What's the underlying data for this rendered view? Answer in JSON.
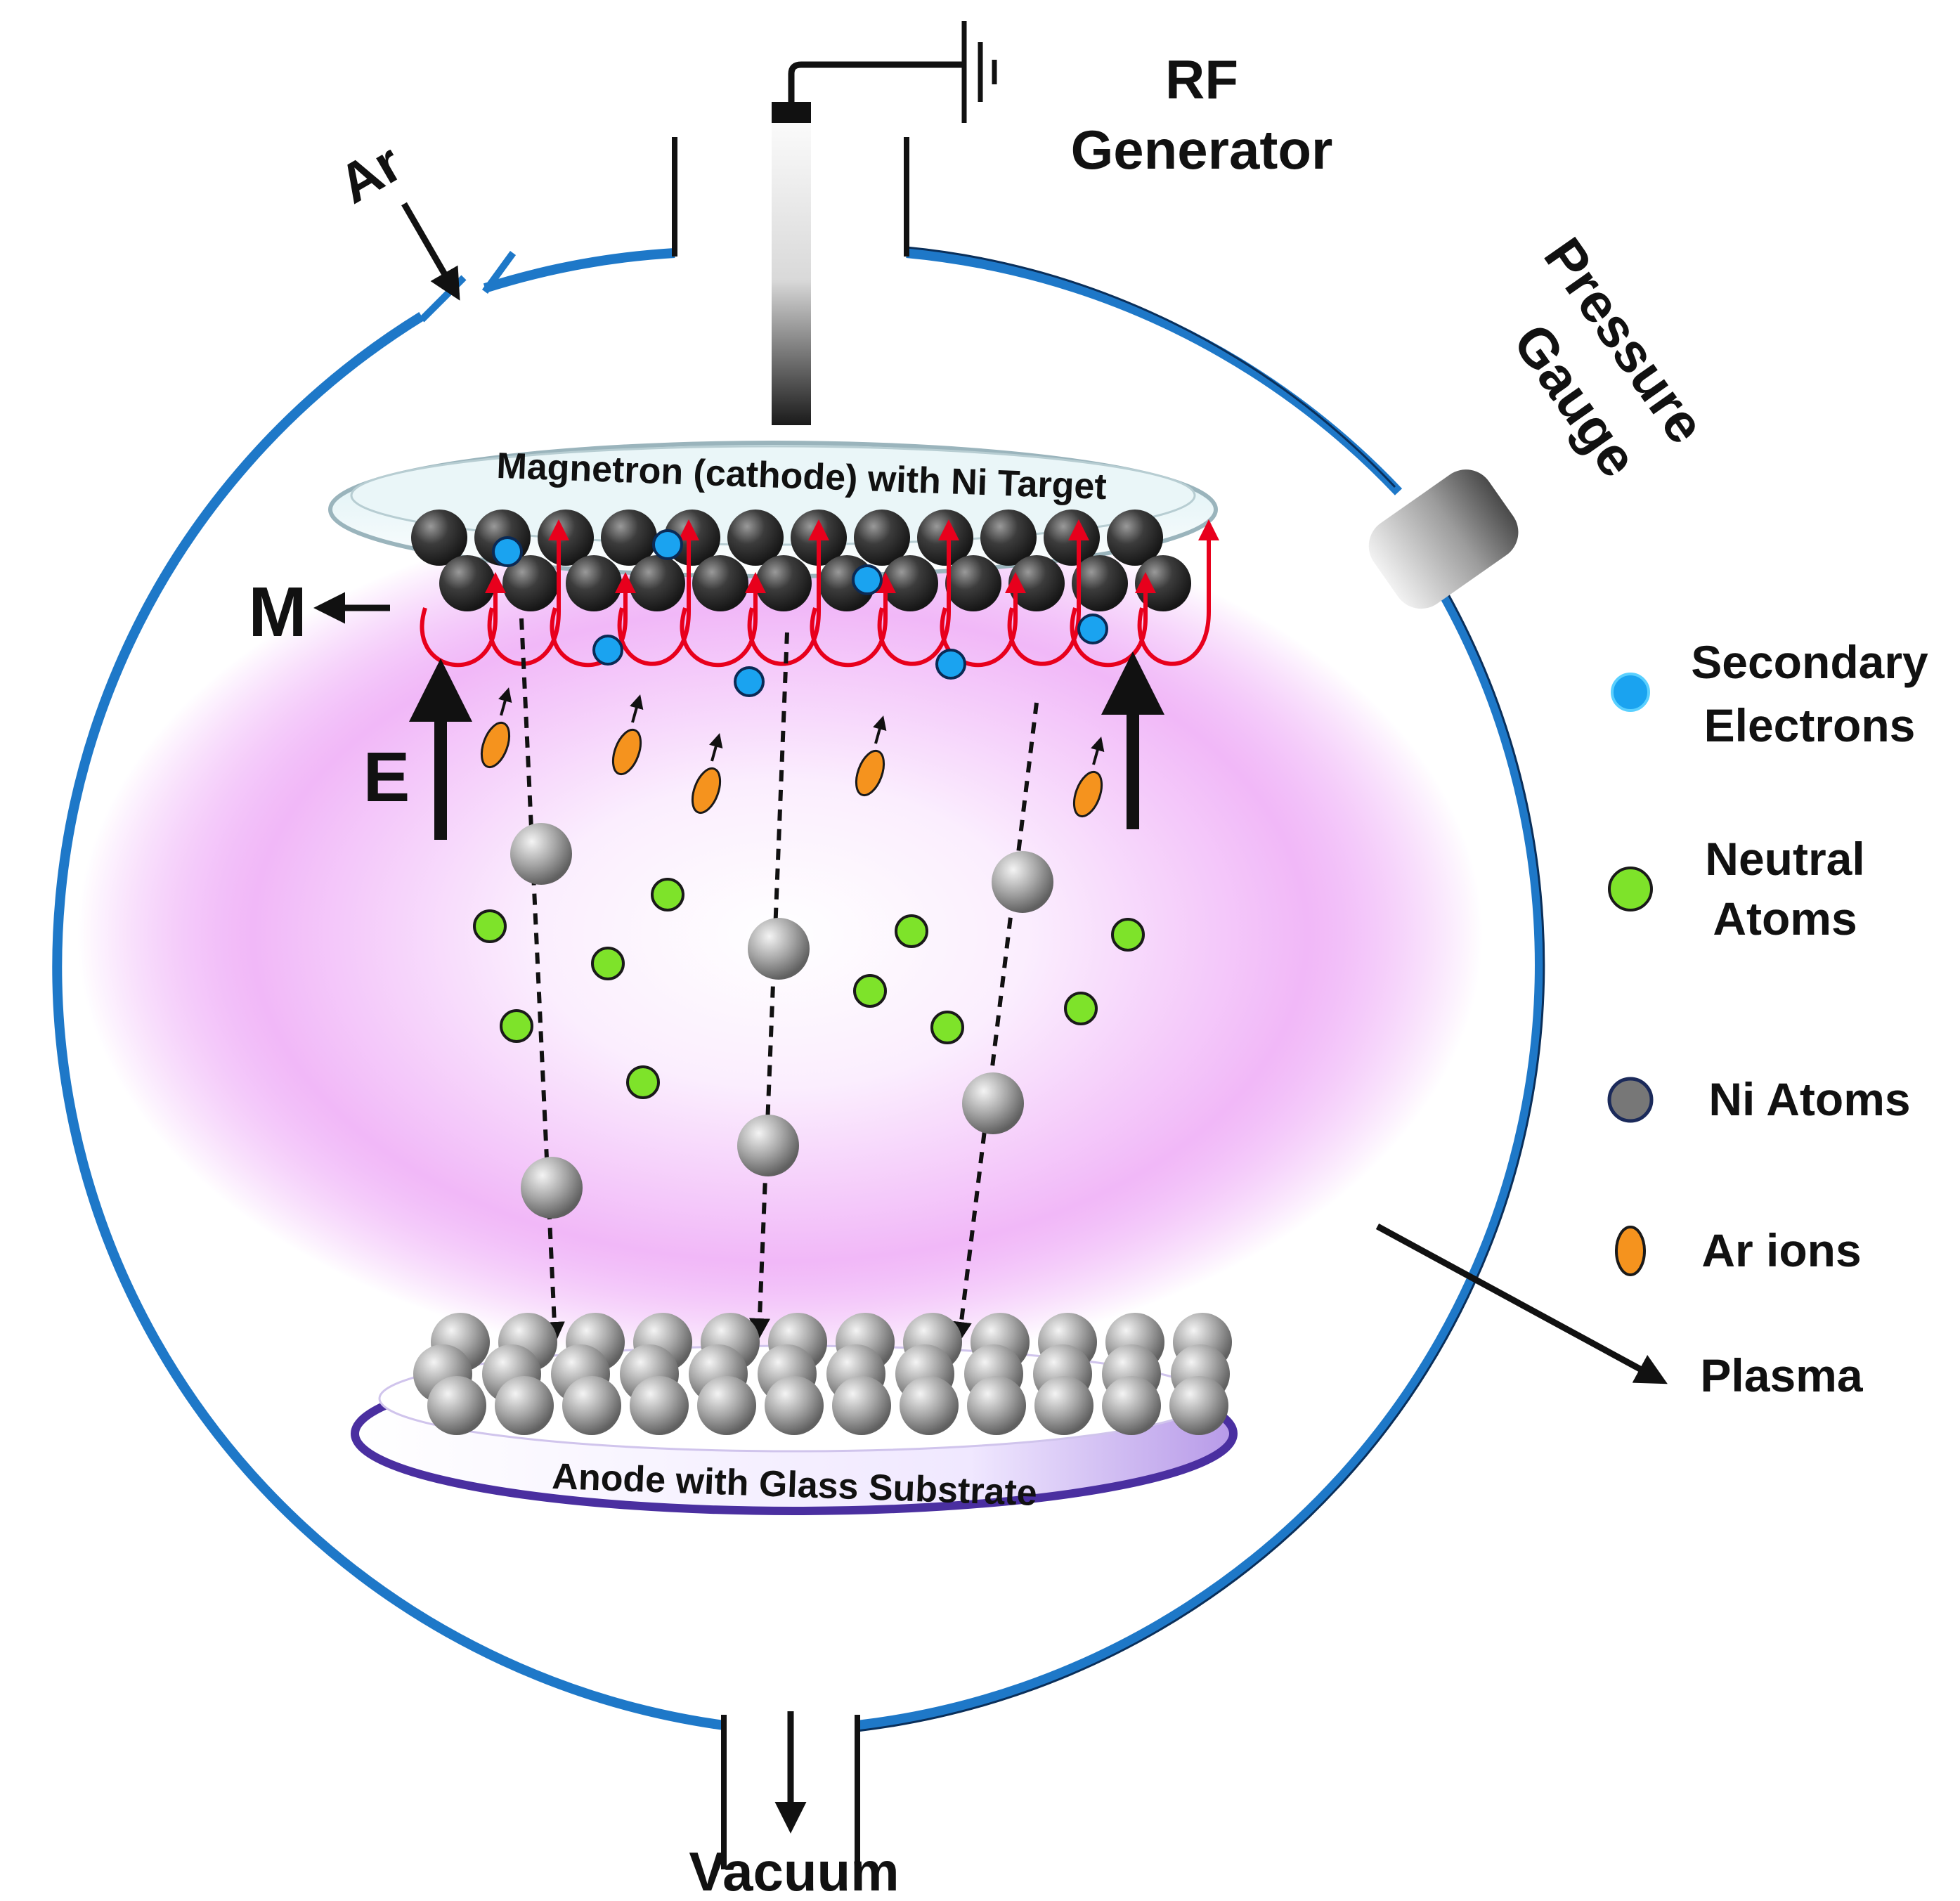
{
  "labels": {
    "rf_generator_line1": "RF",
    "rf_generator_line2": "Generator",
    "ar_inlet": "Ar",
    "pressure_gauge_line1": "Pressure",
    "pressure_gauge_line2": "Gauge",
    "magnetron": "Magnetron (cathode) with Ni Target",
    "anode": "Anode with Glass Substrate",
    "magnetic_field": "M",
    "electric_field": "E",
    "vacuum": "Vacuum",
    "plasma": "Plasma"
  },
  "legend": [
    {
      "line1": "Secondary",
      "line2": "Electrons",
      "color": "#1aa3f0",
      "shape": "circle"
    },
    {
      "line1": "Neutral",
      "line2": "Atoms",
      "color": "#7ee32a",
      "shape": "circle"
    },
    {
      "line1": "Ni Atoms",
      "line2": "",
      "color": "#777777",
      "shape": "circle"
    },
    {
      "line1": "Ar ions",
      "line2": "",
      "color": "#f5931e",
      "shape": "ellipse"
    }
  ],
  "colors": {
    "chamber_wall": "#1e78c8",
    "plasma": "#e890f5",
    "secondary_electron": "#1aa3f0",
    "neutral_atom": "#7ee32a",
    "ni_atom": "#777777",
    "ar_ion": "#f5931e",
    "electron_path": "#e8001c",
    "anode_rim": "#4a2fa0"
  }
}
